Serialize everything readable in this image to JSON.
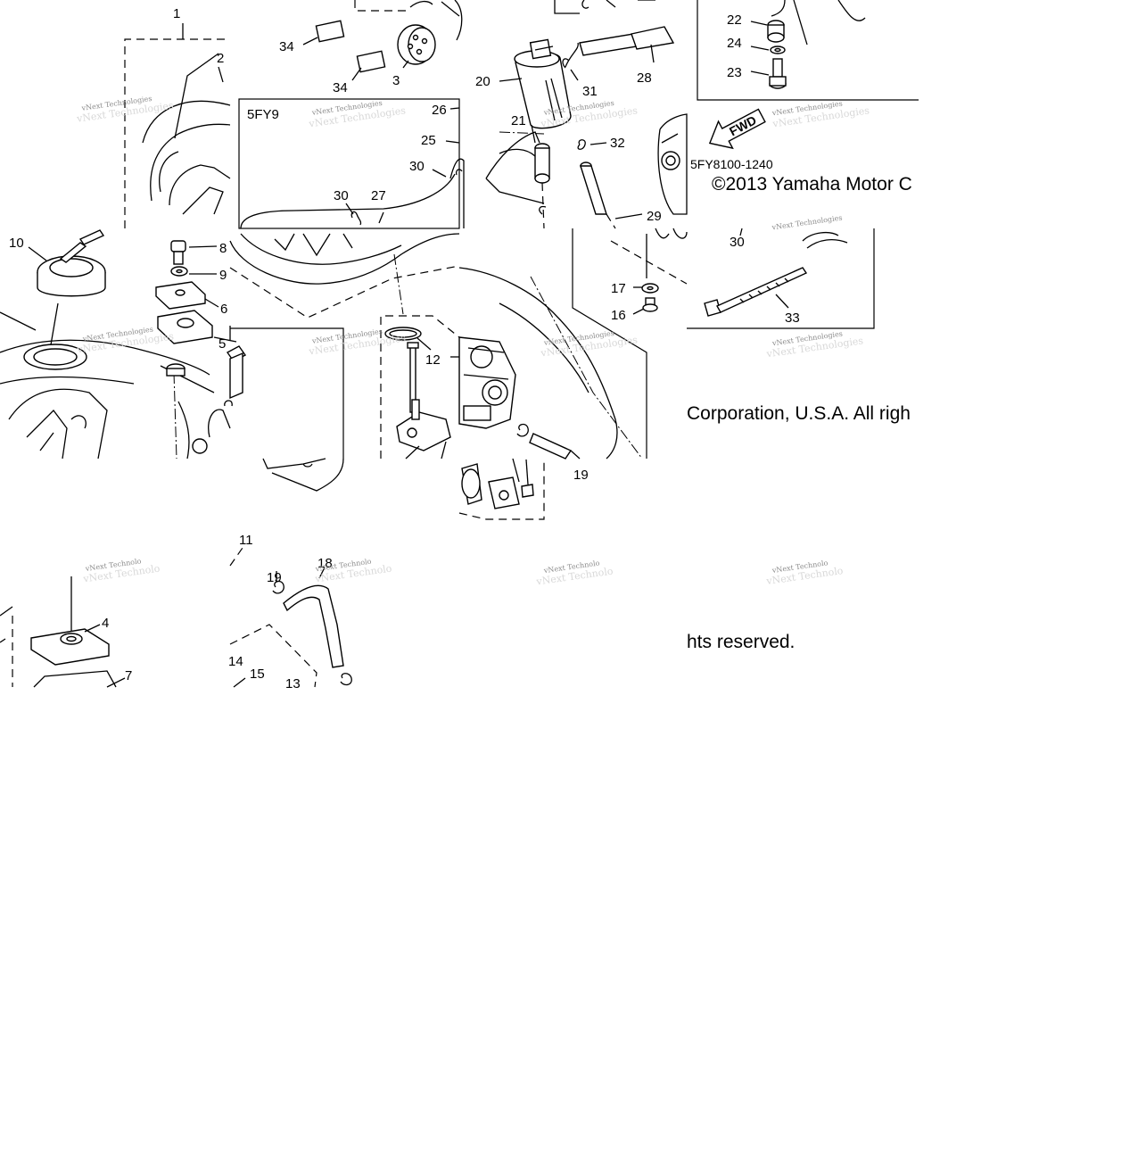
{
  "diagram": {
    "inset_label": "5FY9",
    "part_code": "5FY8100-1240",
    "fwd_label": "FWD",
    "copyright": {
      "line1": "©2013 Yamaha Motor C",
      "line2": "Corporation, U.S.A. All righ",
      "line3": "hts reserved."
    },
    "watermarks": [
      "vNext Technologies",
      "vNext Technologies",
      "vNext Technologies",
      "vNext Technologies",
      "vNext Technologies",
      "vNext Technologies",
      "vNext Technologies",
      "vNext Technologies",
      "vNext Technologies",
      "vNext Technolo",
      "vNext Technolo",
      "vNext Technolo",
      "vNext Technolo"
    ],
    "callouts": [
      "1",
      "2",
      "34",
      "34",
      "3",
      "5FY9",
      "26",
      "25",
      "30",
      "30",
      "27",
      "20",
      "21",
      "31",
      "28",
      "32",
      "22",
      "24",
      "23",
      "10",
      "8",
      "9",
      "6",
      "5",
      "12",
      "29",
      "17",
      "16",
      "30",
      "33",
      "19",
      "11",
      "19",
      "18",
      "4",
      "7",
      "14",
      "15",
      "13"
    ]
  },
  "colors": {
    "ink": "#000000",
    "paper": "#ffffff",
    "watermark": "#8c8c8c"
  }
}
